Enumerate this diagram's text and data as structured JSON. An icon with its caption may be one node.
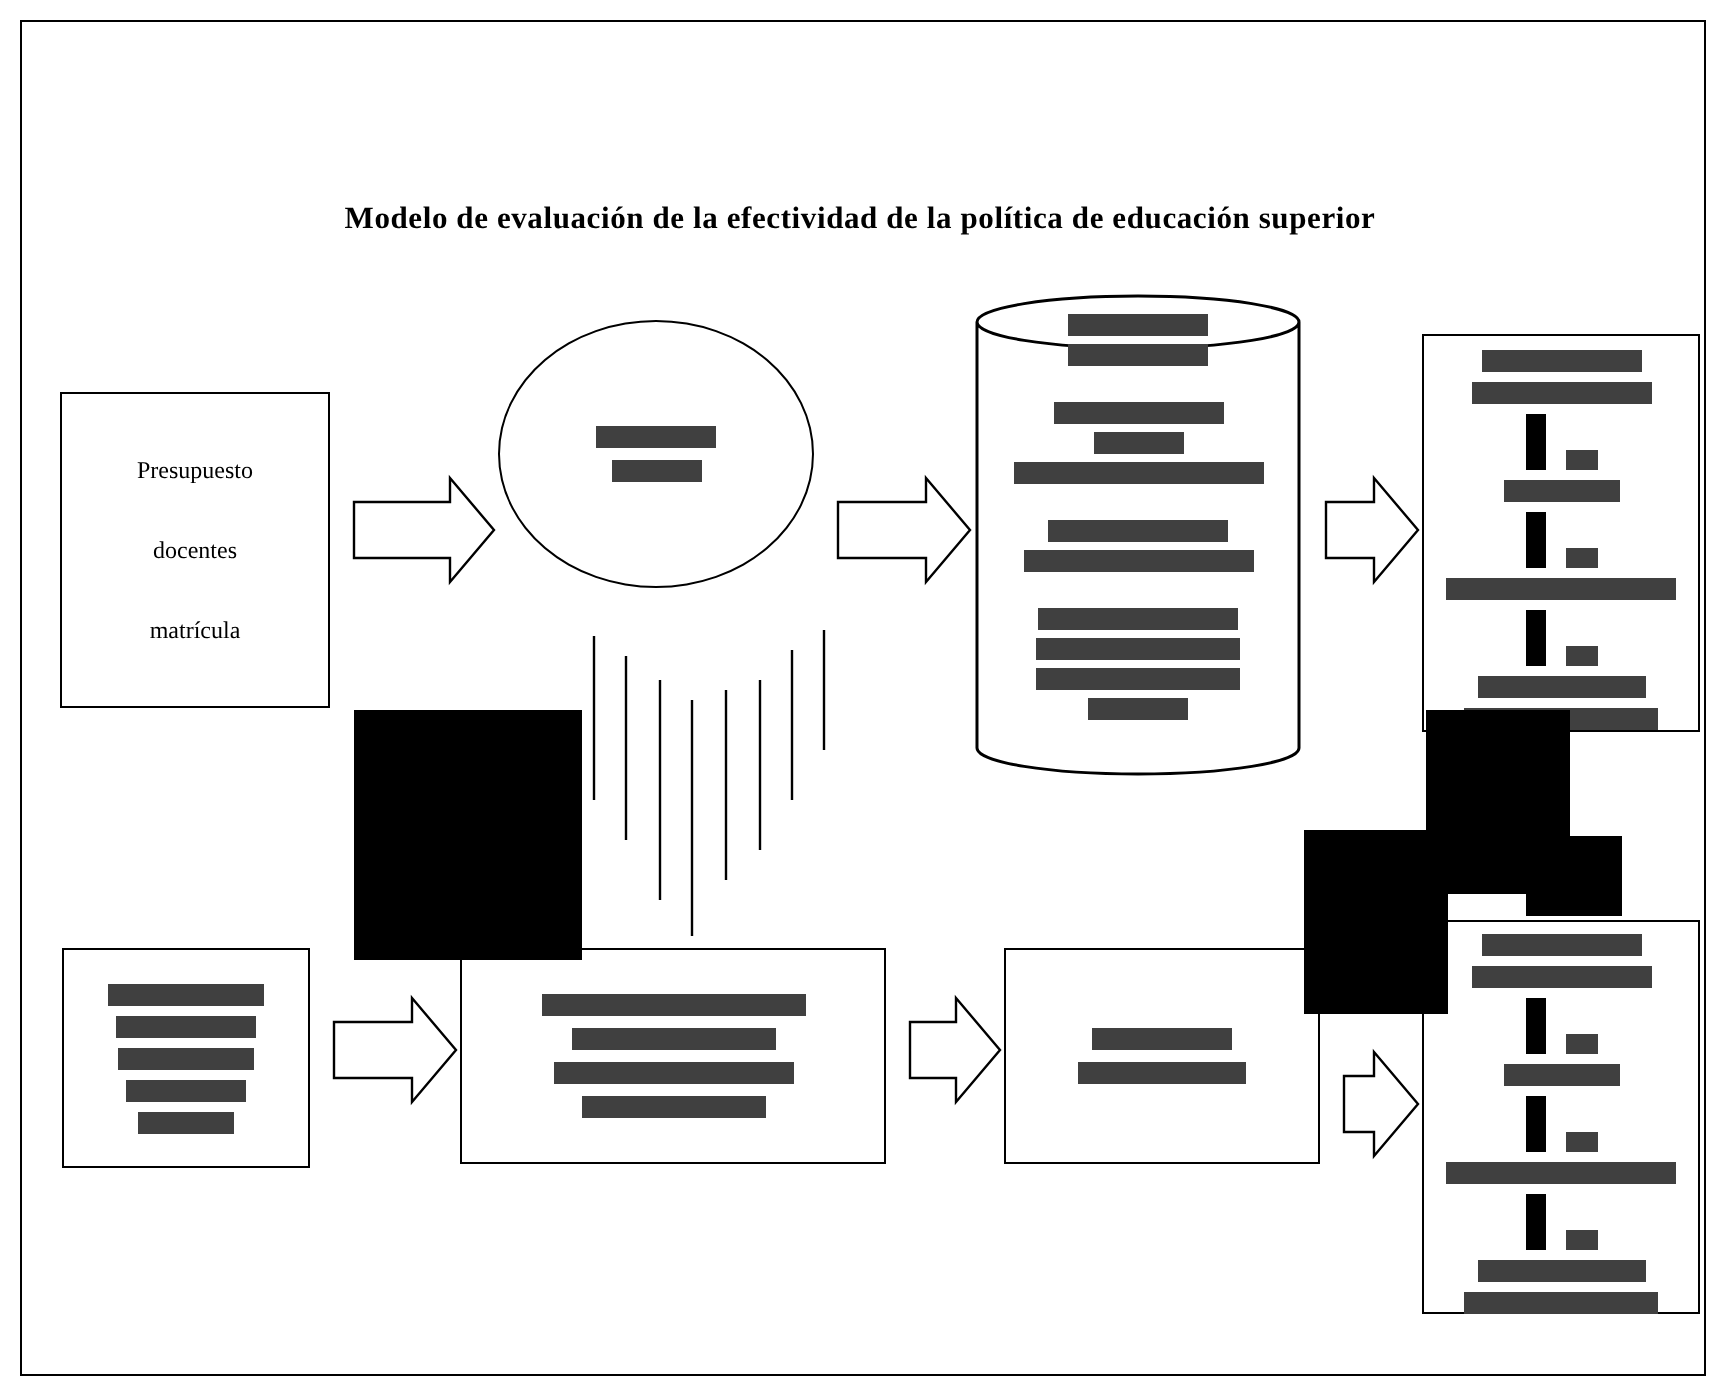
{
  "diagram": {
    "title": "Modelo de evaluación de la efectividad de la política de educación superior",
    "nodes": [
      {
        "text": [
          "Presupuesto",
          "docentes",
          "matrícula"
        ]
      },
      {
        "text": [],
        "shape": "ellipse"
      },
      {
        "text": [],
        "shape": "cylinder"
      },
      {
        "text": [],
        "shape": "box"
      },
      {
        "text": [],
        "shape": "box"
      },
      {
        "text": [],
        "shape": "box"
      },
      {
        "text": [],
        "shape": "box"
      },
      {
        "text": [],
        "shape": "box"
      }
    ],
    "edges": [
      {
        "from": 0,
        "to": 1,
        "arrow": "to"
      },
      {
        "from": 1,
        "to": 2,
        "arrow": "to"
      },
      {
        "from": 2,
        "to": 3,
        "arrow": "to"
      },
      {
        "from": 4,
        "to": 5,
        "arrow": "to"
      },
      {
        "from": 5,
        "to": 6,
        "arrow": "to"
      },
      {
        "from": 6,
        "to": 7,
        "arrow": "to"
      }
    ]
  }
}
